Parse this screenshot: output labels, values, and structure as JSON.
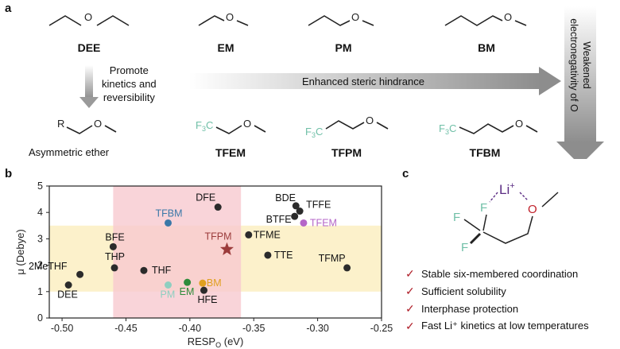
{
  "panels": {
    "a": {
      "letter": "a",
      "top_molecules": [
        "DEE",
        "EM",
        "PM",
        "BM"
      ],
      "bottom_molecules": [
        "TFEM",
        "TFPM",
        "TFBM"
      ],
      "asym_label": "Asymmetric ether",
      "promote_text": [
        "Promote",
        "kinetics and",
        "reversibility"
      ],
      "steric_text": "Enhanced steric hindrance",
      "electroneg_text": [
        "Weakened",
        "electronegativity of O"
      ],
      "atoms": {
        "O": "O",
        "R": "R",
        "F3C": "F3C",
        "F3": "F",
        "sub3": "3"
      }
    },
    "b": {
      "letter": "b"
    },
    "c": {
      "letter": "c",
      "li_label": "Li",
      "li_charge": "+",
      "f_label": "F",
      "o_label": "O",
      "items": [
        "Stable six-membered coordination",
        "Sufficient solubility",
        "Interphase protection",
        "Fast Li⁺ kinetics at low temperatures"
      ]
    }
  },
  "colors": {
    "arrow_gray": "#9a9a9a",
    "pink_band": "#f7c9cf",
    "yellow_band": "#fbeec2",
    "fluorine_green": "#6fbfa7",
    "li_purple": "#5b2c83",
    "o_red": "#c0202a",
    "check_red": "#b0202a"
  },
  "chart_data": {
    "type": "scatter",
    "xlabel": "RESP",
    "xlabel_sub": "O",
    "xlabel_unit": "(eV)",
    "ylabel": "μ (Debye)",
    "xlim": [
      -0.51,
      -0.25
    ],
    "ylim": [
      0,
      5
    ],
    "xticks": [
      -0.5,
      -0.45,
      -0.4,
      -0.35,
      -0.3,
      -0.25
    ],
    "xtick_labels": [
      "-0.50",
      "-0.45",
      "-0.40",
      "-0.35",
      "-0.30",
      "-0.25"
    ],
    "yticks": [
      0,
      1,
      2,
      3,
      4,
      5
    ],
    "ytick_labels": [
      "0",
      "1",
      "2",
      "3",
      "4",
      "5"
    ],
    "vertical_band_x": [
      -0.46,
      -0.36
    ],
    "horizontal_band_y": [
      1.0,
      3.5
    ],
    "points": [
      {
        "label": "DEE",
        "x": -0.495,
        "y": 1.25,
        "color": "#2b2b2b",
        "marker": "circle"
      },
      {
        "label": "2MeTHF",
        "x": -0.486,
        "y": 1.65,
        "color": "#2b2b2b",
        "marker": "circle"
      },
      {
        "label": "BFE",
        "x": -0.46,
        "y": 2.7,
        "color": "#2b2b2b",
        "marker": "circle"
      },
      {
        "label": "THP",
        "x": -0.459,
        "y": 1.9,
        "color": "#2b2b2b",
        "marker": "circle"
      },
      {
        "label": "THF",
        "x": -0.436,
        "y": 1.8,
        "color": "#2b2b2b",
        "marker": "circle"
      },
      {
        "label": "TFBM",
        "x": -0.417,
        "y": 3.6,
        "color": "#3a78a8",
        "marker": "circle"
      },
      {
        "label": "PM",
        "x": -0.417,
        "y": 1.25,
        "color": "#8fcfc0",
        "marker": "circle"
      },
      {
        "label": "EM",
        "x": -0.402,
        "y": 1.35,
        "color": "#2e8b3a",
        "marker": "circle"
      },
      {
        "label": "BM",
        "x": -0.39,
        "y": 1.32,
        "color": "#e0a020",
        "marker": "circle"
      },
      {
        "label": "HFE",
        "x": -0.389,
        "y": 1.05,
        "color": "#2b2b2b",
        "marker": "circle"
      },
      {
        "label": "DFE",
        "x": -0.378,
        "y": 4.2,
        "color": "#2b2b2b",
        "marker": "circle"
      },
      {
        "label": "TFPM",
        "x": -0.371,
        "y": 2.6,
        "color": "#9b3b3b",
        "marker": "star"
      },
      {
        "label": "TFME",
        "x": -0.354,
        "y": 3.15,
        "color": "#2b2b2b",
        "marker": "circle"
      },
      {
        "label": "TTE",
        "x": -0.339,
        "y": 2.38,
        "color": "#2b2b2b",
        "marker": "circle"
      },
      {
        "label": "BDE",
        "x": -0.317,
        "y": 4.25,
        "color": "#2b2b2b",
        "marker": "circle"
      },
      {
        "label": "TFFE",
        "x": -0.314,
        "y": 4.05,
        "color": "#2b2b2b",
        "marker": "circle"
      },
      {
        "label": "BTFE",
        "x": -0.318,
        "y": 3.85,
        "color": "#2b2b2b",
        "marker": "circle"
      },
      {
        "label": "TFEM",
        "x": -0.311,
        "y": 3.6,
        "color": "#b466c8",
        "marker": "circle"
      },
      {
        "label": "TFMP",
        "x": -0.277,
        "y": 1.9,
        "color": "#2b2b2b",
        "marker": "circle"
      }
    ]
  }
}
